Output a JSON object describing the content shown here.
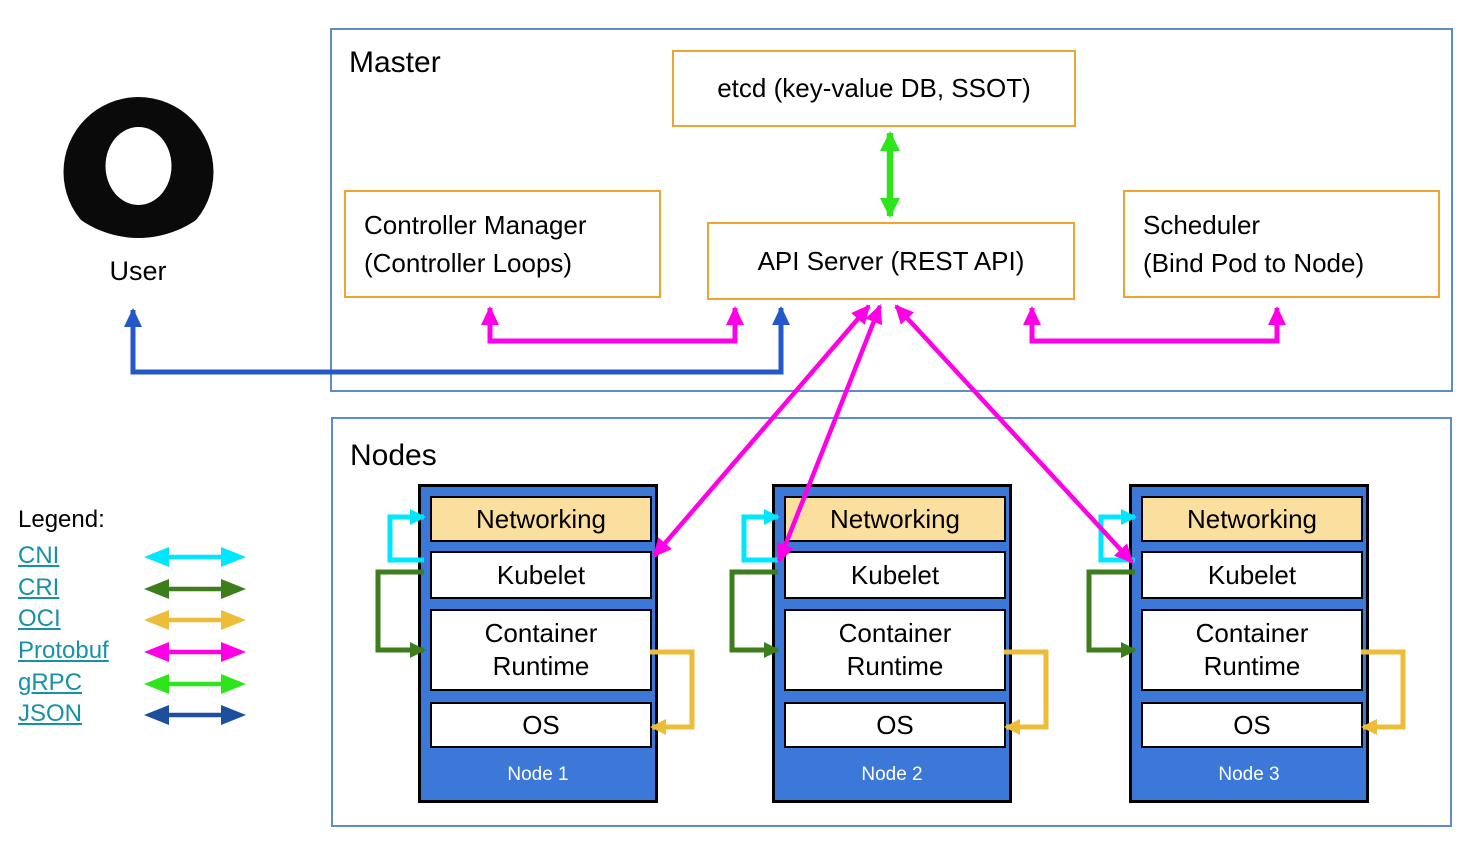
{
  "user": {
    "label": "User"
  },
  "master": {
    "title": "Master",
    "etcd_label": "etcd (key-value DB, SSOT)",
    "controller_manager": {
      "line1": "Controller Manager",
      "line2": "(Controller Loops)"
    },
    "api_server_label": "API Server (REST API)",
    "scheduler": {
      "line1": "Scheduler",
      "line2": "(Bind Pod to Node)"
    }
  },
  "nodes_section": {
    "title": "Nodes",
    "nodes": [
      {
        "name": "Node 1",
        "layers": {
          "networking": "Networking",
          "kubelet": "Kubelet",
          "container_runtime": "Container Runtime",
          "os": "OS"
        }
      },
      {
        "name": "Node 2",
        "layers": {
          "networking": "Networking",
          "kubelet": "Kubelet",
          "container_runtime": "Container Runtime",
          "os": "OS"
        }
      },
      {
        "name": "Node 3",
        "layers": {
          "networking": "Networking",
          "kubelet": "Kubelet",
          "container_runtime": "Container Runtime",
          "os": "OS"
        }
      }
    ]
  },
  "legend": {
    "title": "Legend:",
    "items": [
      {
        "label": "CNI"
      },
      {
        "label": "CRI"
      },
      {
        "label": "OCI"
      },
      {
        "label": "Protobuf"
      },
      {
        "label": "gRPC"
      },
      {
        "label": "JSON"
      }
    ]
  },
  "colors": {
    "cni": "#00E6FF",
    "cri": "#3E7D1C",
    "oci": "#EDBD3A",
    "protobuf": "#FF00E6",
    "grpc": "#2DE51B",
    "json": "#1C4F9C",
    "user_line": "#2458C9",
    "box_border": "#F0A330",
    "frame_border": "#5E8CC8",
    "node_fill": "#3C78D8",
    "networking_fill": "#FADF9F",
    "link": "#1792A3"
  }
}
